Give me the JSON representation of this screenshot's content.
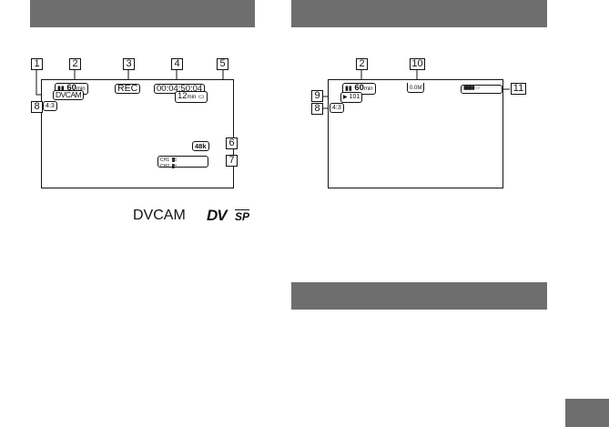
{
  "left_panel": {
    "callouts": [
      "1",
      "2",
      "3",
      "4",
      "5",
      "8",
      "6",
      "7"
    ],
    "indicators": {
      "battery": "60",
      "battery_unit": "min",
      "rec": "REC",
      "timecode": "00:04:50:04",
      "tape_remaining": "12",
      "tape_unit": "min",
      "format": "DVCAM",
      "aspect": "4:3",
      "audio_mode": "48k",
      "ch1": "CH1",
      "ch2": "CH2"
    }
  },
  "right_panel": {
    "callouts": [
      "2",
      "10",
      "9",
      "11",
      "8"
    ],
    "indicators": {
      "battery": "60",
      "battery_unit": "min",
      "memory_quality": "0.0M",
      "folder": "101",
      "aspect": "4:3"
    }
  },
  "legend": {
    "format_text": "DVCAM",
    "dv_logo": "DV",
    "sp_logo": "SP"
  },
  "colors": {
    "bar": "#6e6e6e",
    "ink": "#111111"
  }
}
